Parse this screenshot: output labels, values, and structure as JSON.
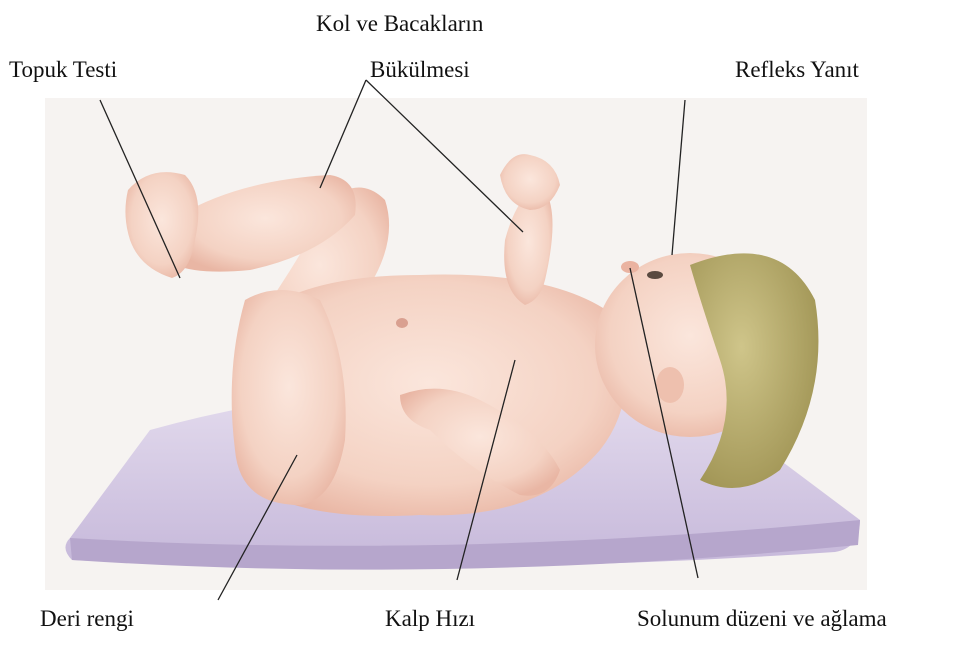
{
  "labels": {
    "heel_test": "Topuk Testi",
    "limb_flexion_line1": "Kol ve Bacakların",
    "limb_flexion_line2": "Bükülmesi",
    "reflex_response": "Refleks Yanıt",
    "skin_color": "Deri rengi",
    "heart_rate": "Kalp Hızı",
    "breathing_crying": "Solunum düzeni ve ağlama"
  },
  "colors": {
    "background": "#ffffff",
    "paper": "#f6f3f1",
    "mat_top": "#cfc3df",
    "mat_side": "#b9abcf",
    "skin": "#f6d6c9",
    "skin_shadow": "#e9b6a4",
    "hair": "#b8ad6c",
    "leader_line": "#222222"
  }
}
